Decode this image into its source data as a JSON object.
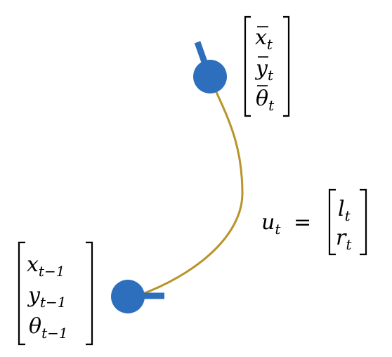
{
  "colors": {
    "robot": "#2e6fbd",
    "path": "#b8942a",
    "ink": "#000000"
  },
  "start_pose": {
    "x": {
      "base": "x",
      "sub": "t−1"
    },
    "y": {
      "base": "y",
      "sub": "t−1"
    },
    "theta": {
      "base": "θ",
      "sub": "t−1"
    }
  },
  "end_pose": {
    "x": {
      "base": "x",
      "sub": "t"
    },
    "y": {
      "base": "y",
      "sub": "t"
    },
    "theta": {
      "base": "θ",
      "sub": "t"
    }
  },
  "control": {
    "lhs_base": "u",
    "lhs_sub": "t",
    "equals": "=",
    "l": {
      "base": "l",
      "sub": "t"
    },
    "r": {
      "base": "r",
      "sub": "t"
    }
  }
}
